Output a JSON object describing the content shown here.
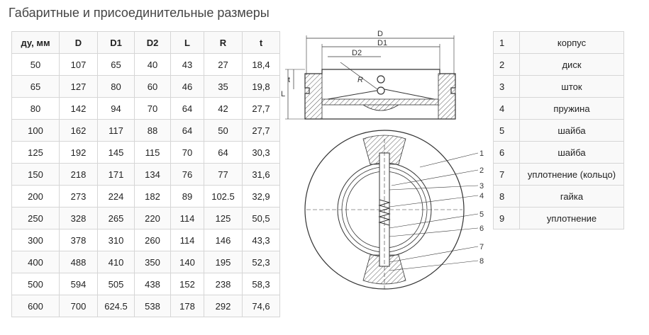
{
  "title": "Габаритные и присоединительные размеры",
  "dims_table": {
    "headers": [
      "ду, мм",
      "D",
      "D1",
      "D2",
      "L",
      "R",
      "t"
    ],
    "rows": [
      [
        "50",
        "107",
        "65",
        "40",
        "43",
        "27",
        "18,4"
      ],
      [
        "65",
        "127",
        "80",
        "60",
        "46",
        "35",
        "19,8"
      ],
      [
        "80",
        "142",
        "94",
        "70",
        "64",
        "42",
        "27,7"
      ],
      [
        "100",
        "162",
        "117",
        "88",
        "64",
        "50",
        "27,7"
      ],
      [
        "125",
        "192",
        "145",
        "115",
        "70",
        "64",
        "30,3"
      ],
      [
        "150",
        "218",
        "171",
        "134",
        "76",
        "77",
        "31,6"
      ],
      [
        "200",
        "273",
        "224",
        "182",
        "89",
        "102.5",
        "32,9"
      ],
      [
        "250",
        "328",
        "265",
        "220",
        "114",
        "125",
        "50,5"
      ],
      [
        "300",
        "378",
        "310",
        "260",
        "114",
        "146",
        "43,3"
      ],
      [
        "400",
        "488",
        "410",
        "350",
        "140",
        "195",
        "52,3"
      ],
      [
        "500",
        "594",
        "505",
        "438",
        "152",
        "238",
        "58,3"
      ],
      [
        "600",
        "700",
        "624.5",
        "538",
        "178",
        "292",
        "74,6"
      ]
    ]
  },
  "parts_table": {
    "rows": [
      [
        "1",
        "корпус"
      ],
      [
        "2",
        "диск"
      ],
      [
        "3",
        "шток"
      ],
      [
        "4",
        "пружина"
      ],
      [
        "5",
        "шайба"
      ],
      [
        "6",
        "шайба"
      ],
      [
        "7",
        "уплотнение (кольцо)"
      ],
      [
        "8",
        "гайка"
      ],
      [
        "9",
        "уплотнение"
      ]
    ]
  },
  "drawing": {
    "label_D": "D",
    "label_D1": "D1",
    "label_D2": "D2",
    "label_R": "R",
    "label_t": "t",
    "label_L": "L",
    "callouts": [
      "1",
      "2",
      "3",
      "4",
      "5",
      "6",
      "7",
      "8"
    ]
  }
}
